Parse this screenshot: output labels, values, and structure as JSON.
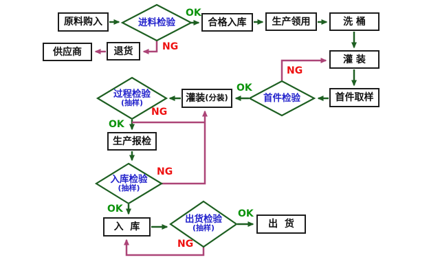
{
  "edge_labels": {
    "ok": "OK",
    "ng": "NG"
  },
  "colors": {
    "background": "#ffffff",
    "flow_arrow_green": "#1d5f21",
    "ng_arrow_pink": "#ac4477",
    "ok_text_green": "#0d930d",
    "ng_text_red": "#ee1111",
    "diamond_border_green": "#1d5f21",
    "diamond_text_blue": "#2323cc",
    "box_border": "#1c1c1c",
    "box_text": "#111111"
  },
  "nodes": {
    "raw_material": {
      "label": "原料购入"
    },
    "incoming_inspection": {
      "label": "进料检验"
    },
    "qualified_storage": {
      "label": "合格入库"
    },
    "production_requisition": {
      "label": "生产领用"
    },
    "barrel_washing": {
      "label": "洗 桶"
    },
    "supplier": {
      "label": "供应商"
    },
    "goods_return": {
      "label": "退货"
    },
    "filling": {
      "label": "灌 装"
    },
    "first_piece_sampling": {
      "label": "首件取样"
    },
    "first_piece_inspection": {
      "label": "首件检验"
    },
    "filling_subpackaging": {
      "label": "灌装",
      "sublabel": "(分装)"
    },
    "process_inspection": {
      "label": "过程检验",
      "sublabel": "(抽样)"
    },
    "production_report": {
      "label": "生产报检"
    },
    "storage_inspection": {
      "label": "入库检验",
      "sublabel": "(抽样)"
    },
    "storage": {
      "label": "入  库"
    },
    "shipping_inspection": {
      "label": "出货检验",
      "sublabel": "(抽样)"
    },
    "shipping": {
      "label": "出  货"
    }
  }
}
